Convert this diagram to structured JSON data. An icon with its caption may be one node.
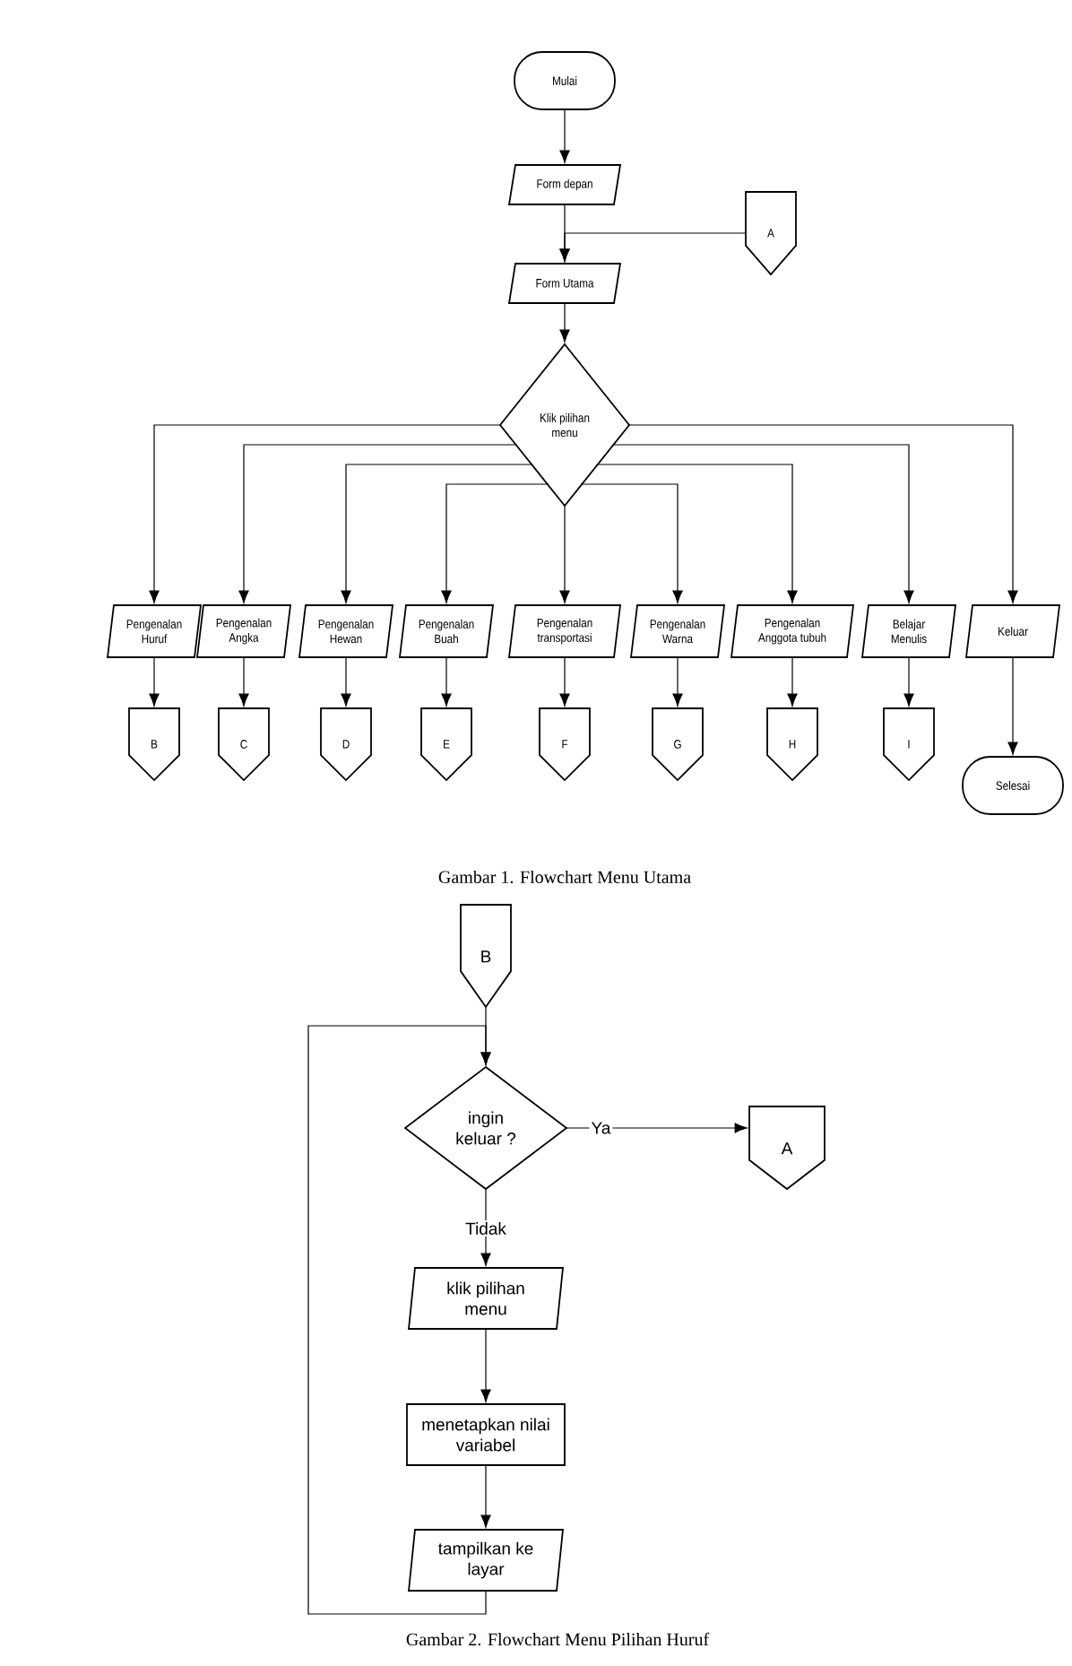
{
  "diagram": {
    "nodes": [
      {
        "text": [
          "Mulai"
        ]
      },
      {
        "text": [
          "Form depan"
        ]
      },
      {
        "text": [
          "A"
        ]
      },
      {
        "text": [
          "Form Utama"
        ]
      },
      {
        "text": [
          "Klik pilihan menu"
        ]
      },
      {
        "text": [
          "Pengenalan Huruf"
        ]
      },
      {
        "text": [
          "Pengenalan Angka"
        ]
      },
      {
        "text": [
          "Pengenalan Hewan"
        ]
      },
      {
        "text": [
          "Pengenalan Buah"
        ]
      },
      {
        "text": [
          "Pengenalan transportasi"
        ]
      },
      {
        "text": [
          "Pengenalan Warna"
        ]
      },
      {
        "text": [
          "Pengenalan Anggota tubuh"
        ]
      },
      {
        "text": [
          "Belajar Menulis"
        ]
      },
      {
        "text": [
          "Keluar"
        ]
      },
      {
        "text": [
          "B"
        ]
      },
      {
        "text": [
          "C"
        ]
      },
      {
        "text": [
          "D"
        ]
      },
      {
        "text": [
          "E"
        ]
      },
      {
        "text": [
          "F"
        ]
      },
      {
        "text": [
          "G"
        ]
      },
      {
        "text": [
          "H"
        ]
      },
      {
        "text": [
          "I"
        ]
      },
      {
        "text": [
          "Selesai"
        ]
      },
      {
        "text": [
          "B"
        ]
      },
      {
        "text": [
          "ingin keluar ?"
        ]
      },
      {
        "text": [
          "A"
        ]
      },
      {
        "text": [
          "klik pilihan menu"
        ]
      },
      {
        "text": [
          "menetapkan nilai variabel"
        ]
      },
      {
        "text": [
          "tampilkan ke layar"
        ]
      }
    ],
    "edges": [
      {
        "from": 0,
        "to": 1,
        "arrow": "to"
      },
      {
        "from": 1,
        "to": 3,
        "arrow": "to"
      },
      {
        "from": 2,
        "to": 3,
        "arrow": "to"
      },
      {
        "from": 3,
        "to": 4,
        "arrow": "to"
      },
      {
        "from": 4,
        "to": 5,
        "arrow": "to"
      },
      {
        "from": 4,
        "to": 6,
        "arrow": "to"
      },
      {
        "from": 4,
        "to": 7,
        "arrow": "to"
      },
      {
        "from": 4,
        "to": 8,
        "arrow": "to"
      },
      {
        "from": 4,
        "to": 9,
        "arrow": "to"
      },
      {
        "from": 4,
        "to": 10,
        "arrow": "to"
      },
      {
        "from": 4,
        "to": 11,
        "arrow": "to"
      },
      {
        "from": 4,
        "to": 12,
        "arrow": "to"
      },
      {
        "from": 4,
        "to": 13,
        "arrow": "to"
      },
      {
        "from": 5,
        "to": 14,
        "arrow": "to"
      },
      {
        "from": 6,
        "to": 15,
        "arrow": "to"
      },
      {
        "from": 7,
        "to": 16,
        "arrow": "to"
      },
      {
        "from": 8,
        "to": 17,
        "arrow": "to"
      },
      {
        "from": 9,
        "to": 18,
        "arrow": "to"
      },
      {
        "from": 10,
        "to": 19,
        "arrow": "to"
      },
      {
        "from": 11,
        "to": 20,
        "arrow": "to"
      },
      {
        "from": 12,
        "to": 21,
        "arrow": "to"
      },
      {
        "from": 13,
        "to": 22,
        "arrow": "to"
      },
      {
        "from": 23,
        "to": 24,
        "arrow": "to"
      },
      {
        "from": 24,
        "to": 25,
        "arrow": "to",
        "label": "Ya"
      },
      {
        "from": 24,
        "to": 26,
        "arrow": "to",
        "label": "Tidak"
      },
      {
        "from": 26,
        "to": 27,
        "arrow": "to"
      },
      {
        "from": 27,
        "to": 28,
        "arrow": "to"
      },
      {
        "from": 28,
        "to": 24,
        "arrow": "to"
      }
    ],
    "labels": [
      "Gambar 1. Flowchart Menu Utama",
      "Gambar 2. Flowchart Menu Pilihan Huruf"
    ]
  }
}
